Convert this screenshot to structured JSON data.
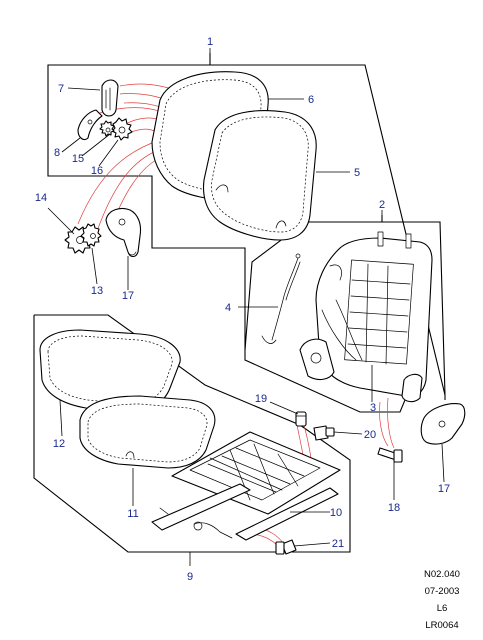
{
  "callouts": [
    {
      "id": "1",
      "label": "1"
    },
    {
      "id": "2",
      "label": "2"
    },
    {
      "id": "3",
      "label": "3"
    },
    {
      "id": "4",
      "label": "4"
    },
    {
      "id": "5",
      "label": "5"
    },
    {
      "id": "6",
      "label": "6"
    },
    {
      "id": "7",
      "label": "7"
    },
    {
      "id": "8",
      "label": "8"
    },
    {
      "id": "9",
      "label": "9"
    },
    {
      "id": "10",
      "label": "10"
    },
    {
      "id": "11",
      "label": "11"
    },
    {
      "id": "12",
      "label": "12"
    },
    {
      "id": "13",
      "label": "13"
    },
    {
      "id": "14",
      "label": "14"
    },
    {
      "id": "15",
      "label": "15"
    },
    {
      "id": "16",
      "label": "16"
    },
    {
      "id": "17a",
      "label": "17"
    },
    {
      "id": "17b",
      "label": "17"
    },
    {
      "id": "18",
      "label": "18"
    },
    {
      "id": "19",
      "label": "19"
    },
    {
      "id": "20",
      "label": "20"
    },
    {
      "id": "21",
      "label": "21"
    }
  ],
  "footer": {
    "line1": "N02.040",
    "line2": "07-2003",
    "line3": "L6",
    "line4": "LR0064"
  },
  "colors": {
    "callout_text": "#1a2a8c",
    "line_art": "#000000",
    "assembly_leaders": "#e04040"
  }
}
